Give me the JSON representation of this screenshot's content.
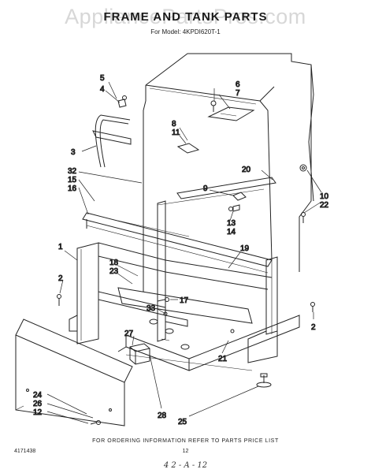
{
  "header": {
    "watermark": "AppliancePartsPros.com",
    "title": "FRAME AND TANK PARTS",
    "model_line": "For Model: 4KPDI620T-1"
  },
  "callouts": [
    {
      "id": "c5",
      "label": "5"
    },
    {
      "id": "c4",
      "label": "4"
    },
    {
      "id": "c3",
      "label": "3"
    },
    {
      "id": "c32",
      "label": "32"
    },
    {
      "id": "c15",
      "label": "15"
    },
    {
      "id": "c16",
      "label": "16"
    },
    {
      "id": "c6",
      "label": "6"
    },
    {
      "id": "c7",
      "label": "7"
    },
    {
      "id": "c8",
      "label": "8"
    },
    {
      "id": "c11",
      "label": "11"
    },
    {
      "id": "c20",
      "label": "20"
    },
    {
      "id": "c9",
      "label": "9"
    },
    {
      "id": "c10",
      "label": "10"
    },
    {
      "id": "c22",
      "label": "22"
    },
    {
      "id": "c13",
      "label": "13"
    },
    {
      "id": "c14",
      "label": "14"
    },
    {
      "id": "c1",
      "label": "1"
    },
    {
      "id": "c2a",
      "label": "2"
    },
    {
      "id": "c18",
      "label": "18"
    },
    {
      "id": "c23",
      "label": "23"
    },
    {
      "id": "c19",
      "label": "19"
    },
    {
      "id": "c17",
      "label": "17"
    },
    {
      "id": "c33",
      "label": "33"
    },
    {
      "id": "c2b",
      "label": "2"
    },
    {
      "id": "c27",
      "label": "27"
    },
    {
      "id": "c21",
      "label": "21"
    },
    {
      "id": "c24",
      "label": "24"
    },
    {
      "id": "c26",
      "label": "26"
    },
    {
      "id": "c12",
      "label": "12"
    },
    {
      "id": "c28",
      "label": "28"
    },
    {
      "id": "c25",
      "label": "25"
    }
  ],
  "footer": {
    "note": "FOR ORDERING INFORMATION REFER TO PARTS PRICE LIST",
    "doc_number": "4171438",
    "page_number": "12",
    "handwritten": "4 2 - A - 12"
  }
}
